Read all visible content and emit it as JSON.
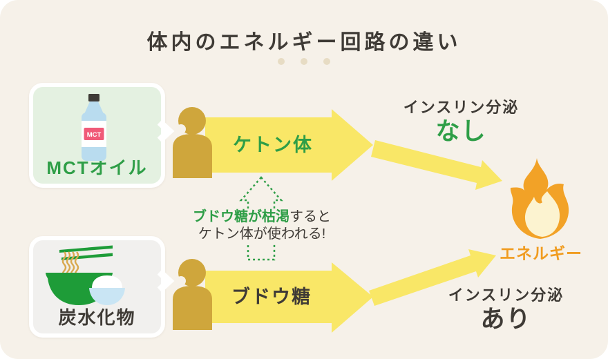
{
  "title": "体内のエネルギー回路の違い",
  "cards": {
    "mct": {
      "label": "MCTオイル",
      "bottle_label": "MCT"
    },
    "carb": {
      "label": "炭水化物"
    }
  },
  "flow": {
    "ketone_label": "ケトン体",
    "glucose_label": "ブドウ糖"
  },
  "insulin_top": {
    "heading": "インスリン分泌",
    "value": "なし"
  },
  "insulin_bottom": {
    "heading": "インスリン分泌",
    "value": "あり"
  },
  "note": {
    "highlight": "ブドウ糖が枯渇",
    "suffix": "すると",
    "line2": "ケトン体が使われる!"
  },
  "energy": {
    "label": "エネルギー"
  },
  "colors": {
    "background": "#f6f1e9",
    "text_dark": "#3f3b36",
    "green_accent": "#2e9e47",
    "arrow_yellow": "#f9e767",
    "person_gold": "#cfa63c",
    "flame_orange": "#f2a227",
    "flame_inner": "#fcf3d0",
    "energy_orange": "#f09c20",
    "mct_card_bg": "#e4f1e1",
    "carb_card_bg": "#f1f0ee"
  }
}
